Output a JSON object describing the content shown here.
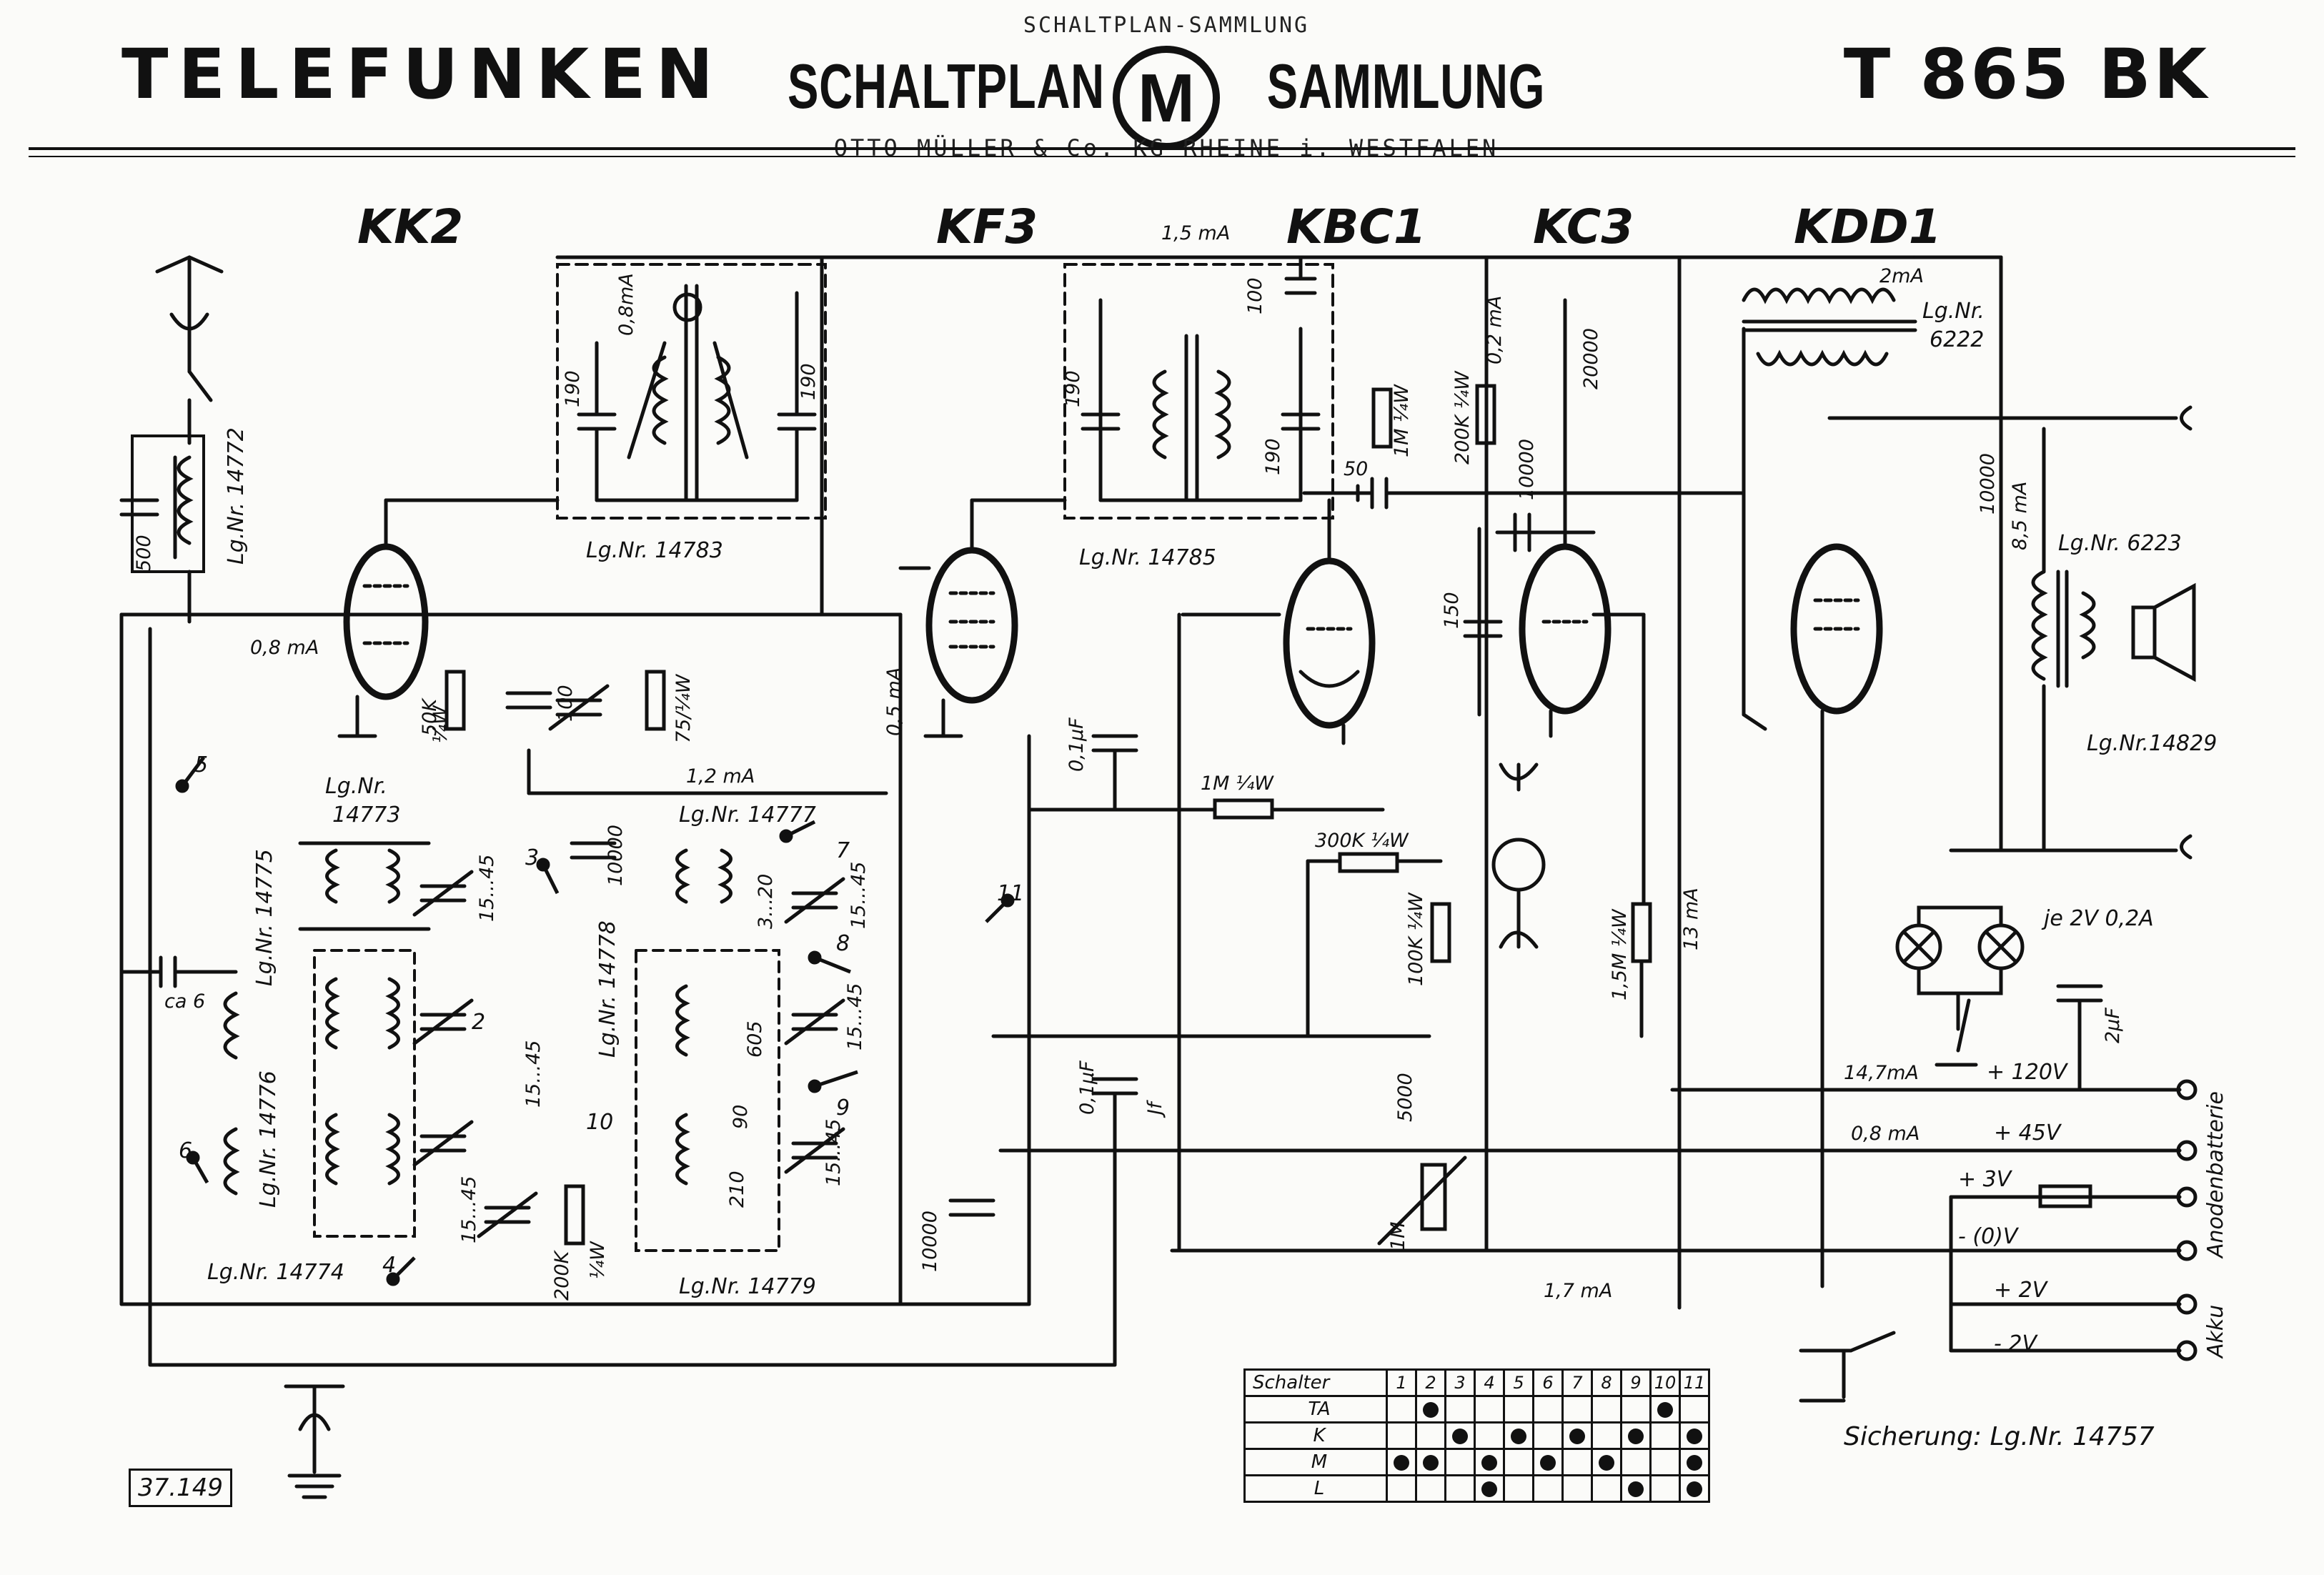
{
  "header": {
    "brand": "TELEFUNKEN",
    "model": "T 865 BK",
    "stamp_top": "SCHALTPLAN-SAMMLUNG",
    "stamp_left": "SCHALTPLAN",
    "stamp_right": "SAMMLUNG",
    "stamp_logo": "M",
    "stamp_bottom": "OTTO MÜLLER & Co. KG   RHEINE i. WESTFALEN"
  },
  "tubes": [
    "KK2",
    "KF3",
    "KBC1",
    "KC3",
    "KDD1"
  ],
  "parts": {
    "lg_14772": "Lg.Nr. 14772",
    "lg_14783": "Lg.Nr. 14783",
    "lg_14785": "Lg.Nr. 14785",
    "lg_6222a": "Lg.Nr.",
    "lg_6222b": "6222",
    "lg_6223": "Lg.Nr. 6223",
    "lg_14829": "Lg.Nr.14829",
    "lg_14773a": "Lg.Nr.",
    "lg_14773b": "14773",
    "lg_14775": "Lg.Nr. 14775",
    "lg_14776": "Lg.Nr. 14776",
    "lg_14774": "Lg.Nr. 14774",
    "lg_14777": "Lg.Nr. 14777",
    "lg_14778": "Lg.Nr. 14778",
    "lg_14779": "Lg.Nr. 14779"
  },
  "values": {
    "c500": "500",
    "c190a": "190",
    "c190b": "190",
    "c190c": "190",
    "c190d": "190",
    "c100a": "100",
    "c100b": "100",
    "c50": "50",
    "c150": "150",
    "c10000a": "10000",
    "c10000b": "10000",
    "c10000c": "10000",
    "c10000d": "10000",
    "c20000": "20000",
    "c01a": "0,1µF",
    "c01b": "0,1µF",
    "c5000": "5000",
    "c2uf": "2µF",
    "cab": "ca 6",
    "c605": "605",
    "c90": "90",
    "c210": "210",
    "c320": "3...20",
    "c1545a": "15...45",
    "c1545b": "15...45",
    "c1545c": "15...45",
    "c1545d": "15...45",
    "c1545e": "15...45",
    "c1545f": "15...45",
    "r50k": "50K",
    "r14wa": "¼W",
    "r75": "75/¼W",
    "r1m": "1M ¼W",
    "r1m4": "1M ¼W",
    "r300k": "300K ¼W",
    "r100k": "100K ¼W",
    "r15m": "1,5M ¼W",
    "r200k": "200K ¼W",
    "r200kb": "200K",
    "r200kb2": "¼W",
    "pot1m": "1M",
    "cur08": "0,8 mA",
    "cur08b": "0,8mA",
    "cur15": "1,5 mA",
    "cur02": "0,2 mA",
    "cur2": "2mA",
    "cur85": "8,5 mA",
    "cur12": "1,2 mA",
    "cur05": "0,5 mA",
    "cur13": "13 mA",
    "cur147": "14,7mA",
    "cur08c": "0,8 mA",
    "cur17": "1,7 mA",
    "lamps": "je 2V 0,2A",
    "v120": "+ 120V",
    "v45": "+ 45V",
    "v3": "+ 3V",
    "v0": "- (0)V",
    "v2p": "+ 2V",
    "v2m": "- 2V",
    "anoden": "Anodenbatterie",
    "akku": "Akku",
    "f": "Jf"
  },
  "switches": [
    "1",
    "2",
    "3",
    "4",
    "5",
    "6",
    "7",
    "8",
    "9",
    "10",
    "11"
  ],
  "switch_table": {
    "header": "Schalter",
    "rows": [
      {
        "label": "TA",
        "on": [
          2,
          10
        ]
      },
      {
        "label": "K",
        "on": [
          3,
          5,
          7,
          9,
          11
        ]
      },
      {
        "label": "M",
        "on": [
          1,
          2,
          4,
          6,
          8,
          11
        ]
      },
      {
        "label": "L",
        "on": [
          4,
          9,
          11
        ]
      }
    ]
  },
  "footer": {
    "id": "37.149",
    "fuse": "Sicherung: Lg.Nr. 14757"
  }
}
